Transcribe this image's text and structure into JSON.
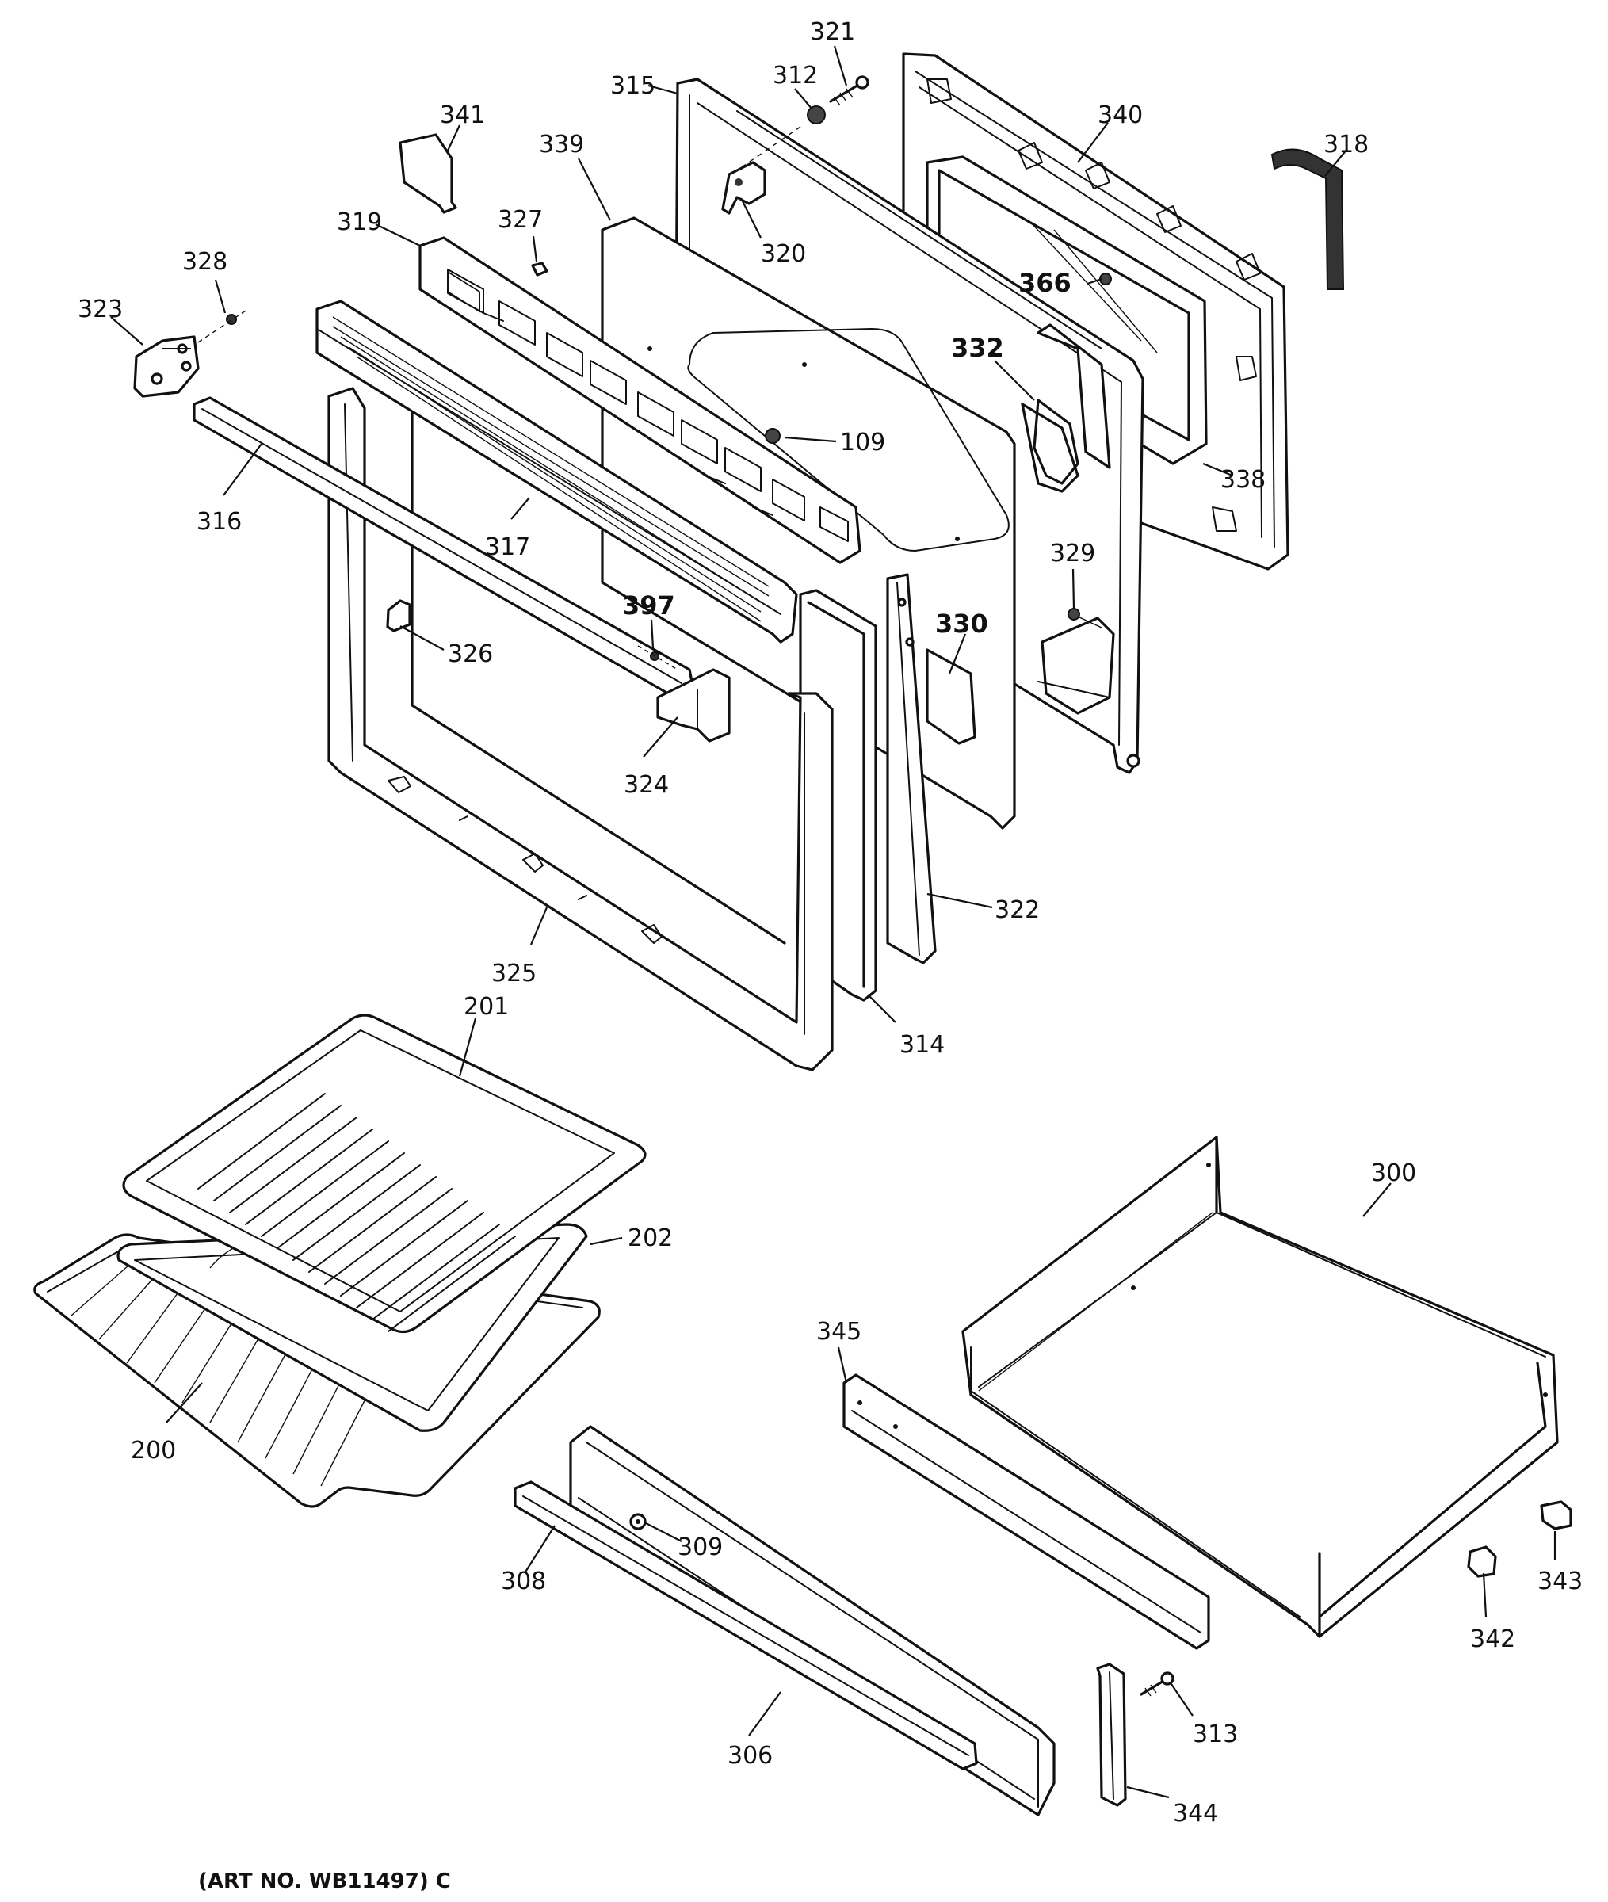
{
  "diagram": {
    "caption": "(ART NO. WB11497) C",
    "parts": {
      "p321": "321",
      "p312": "312",
      "p315": "315",
      "p340": "340",
      "p318": "318",
      "p341": "341",
      "p339": "339",
      "p327": "327",
      "p319": "319",
      "p320": "320",
      "p328": "328",
      "p323": "323",
      "p366": "366",
      "p332": "332",
      "p109": "109",
      "p338": "338",
      "p316": "316",
      "p317": "317",
      "p329": "329",
      "p397": "397",
      "p330": "330",
      "p326": "326",
      "p324": "324",
      "p322": "322",
      "p325": "325",
      "p314": "314",
      "p201": "201",
      "p202": "202",
      "p200": "200",
      "p300": "300",
      "p345": "345",
      "p309": "309",
      "p308": "308",
      "p343": "343",
      "p342": "342",
      "p313": "313",
      "p306": "306",
      "p344": "344"
    }
  }
}
